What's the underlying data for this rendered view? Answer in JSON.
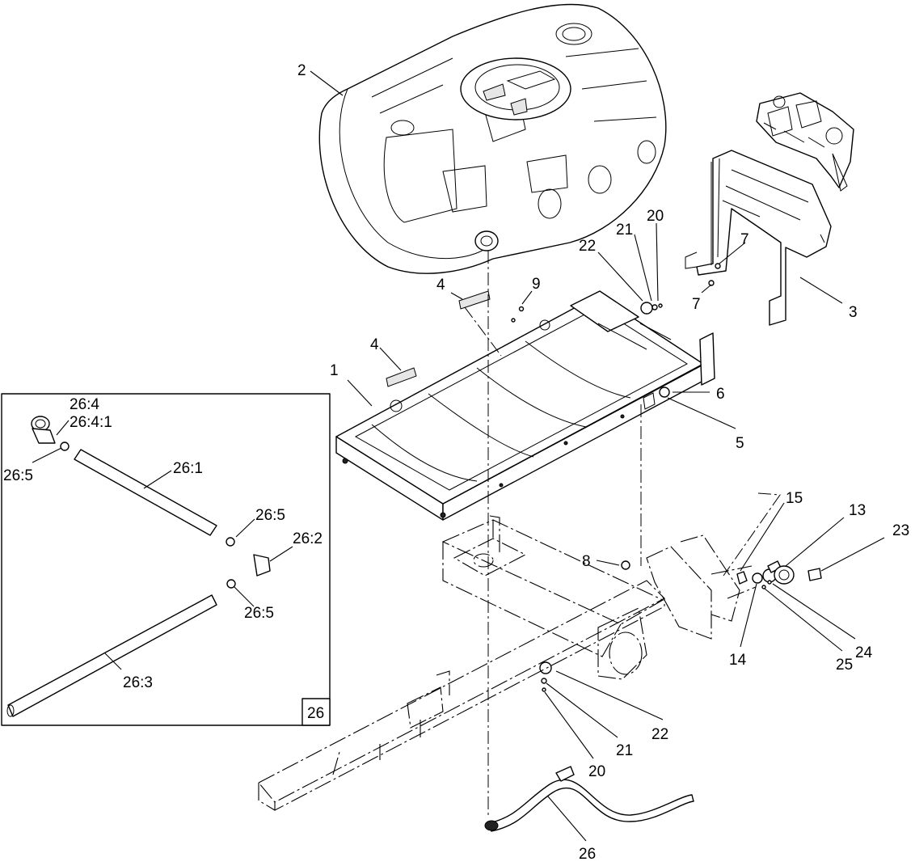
{
  "callouts": {
    "c1": "1",
    "c2": "2",
    "c3": "3",
    "c4a": "4",
    "c4b": "4",
    "c5": "5",
    "c6": "6",
    "c7a": "7",
    "c7b": "7",
    "c8": "8",
    "c9": "9",
    "c13": "13",
    "c14": "14",
    "c15": "15",
    "c20a": "20",
    "c20b": "20",
    "c21a": "21",
    "c21b": "21",
    "c22a": "22",
    "c22b": "22",
    "c23": "23",
    "c24": "24",
    "c25": "25",
    "c26": "26"
  },
  "inset": {
    "box_label": "26",
    "labels": {
      "i264": "26:4",
      "i2641": "26:4:1",
      "i265a": "26:5",
      "i261": "26:1",
      "i265b": "26:5",
      "i262": "26:2",
      "i265c": "26:5",
      "i263": "26:3"
    }
  }
}
